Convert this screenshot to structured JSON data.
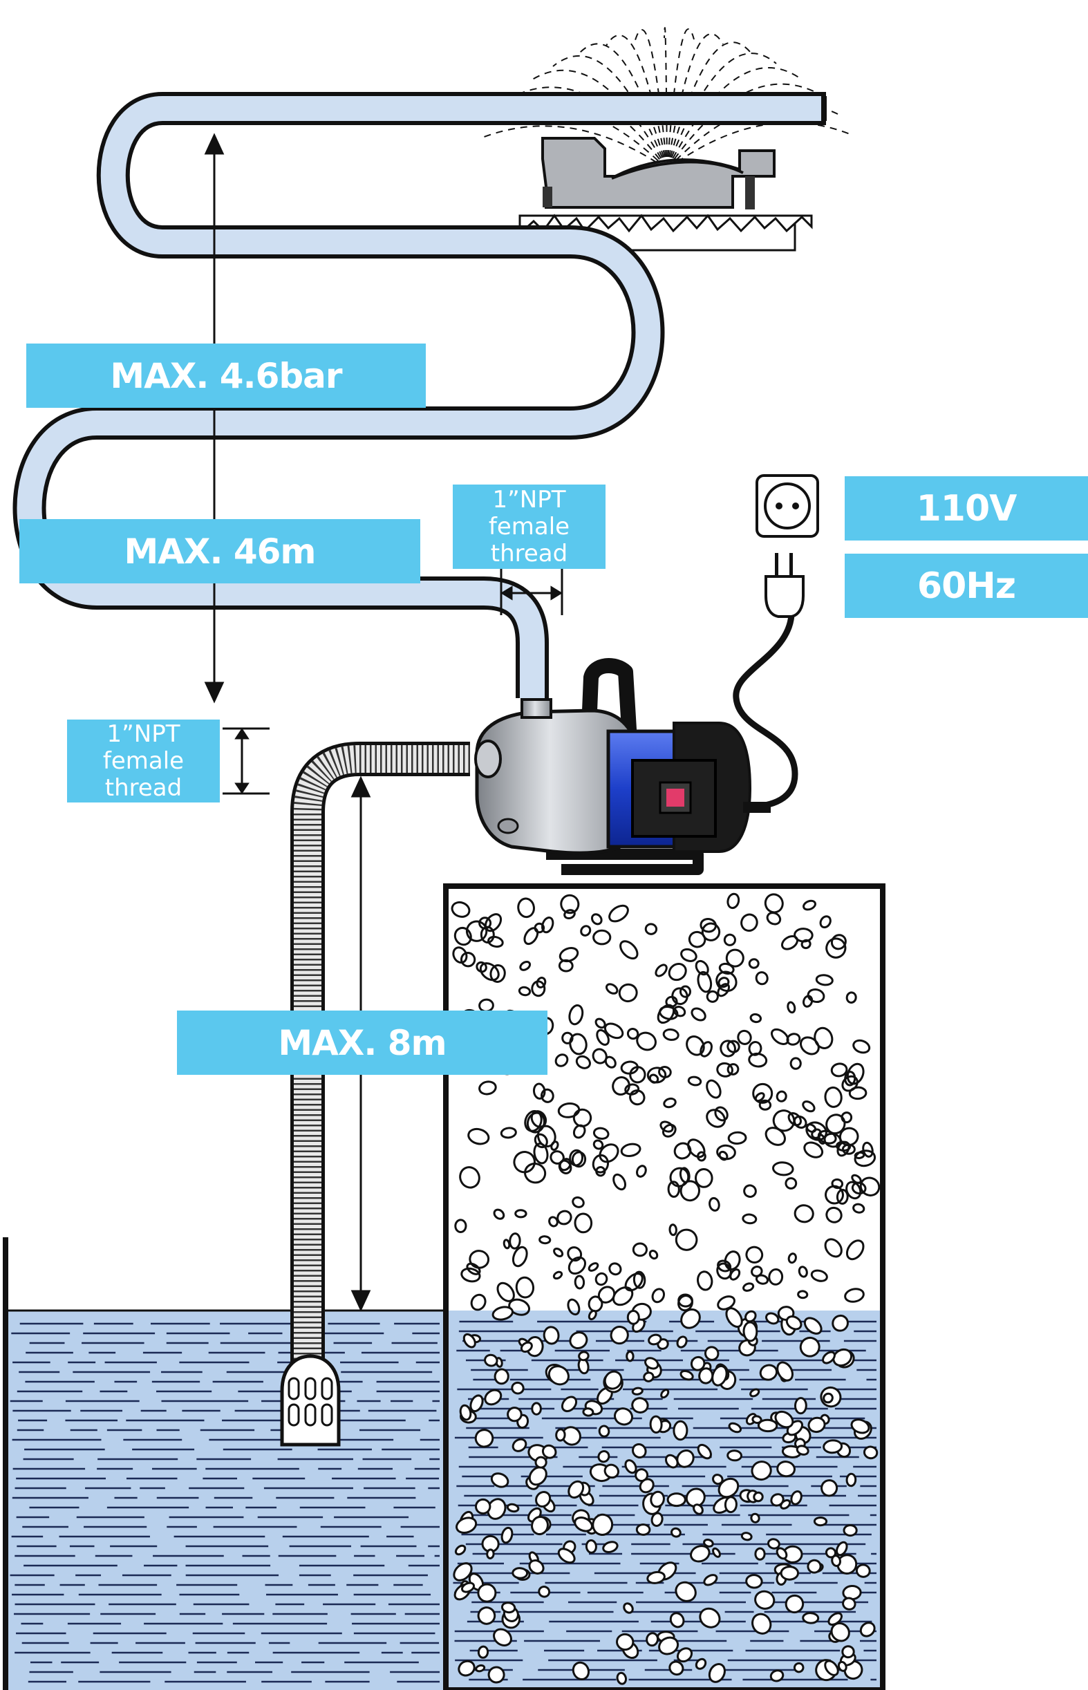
{
  "labels": {
    "max_pressure": "MAX. 4.6bar",
    "max_head": "MAX. 46m",
    "max_suction": "MAX. 8m",
    "voltage": "110V",
    "frequency": "60Hz"
  },
  "thread_outlet": {
    "line1": "1”NPT",
    "line2": "female",
    "line3": "thread"
  },
  "thread_inlet": {
    "line1": "1”NPT",
    "line2": "female",
    "line3": "thread"
  },
  "colors": {
    "label_bg": "#5bc8ee",
    "label_text": "#ffffff",
    "hose_fill": "#cfdff2",
    "water": "#b8d0ec",
    "pump_blue": "#2a4fd6",
    "pump_steel": "#a9adb3",
    "outline": "#111111"
  },
  "icons": [
    "wall-socket-icon",
    "power-plug-icon",
    "sprinkler-icon",
    "foot-valve-icon"
  ]
}
